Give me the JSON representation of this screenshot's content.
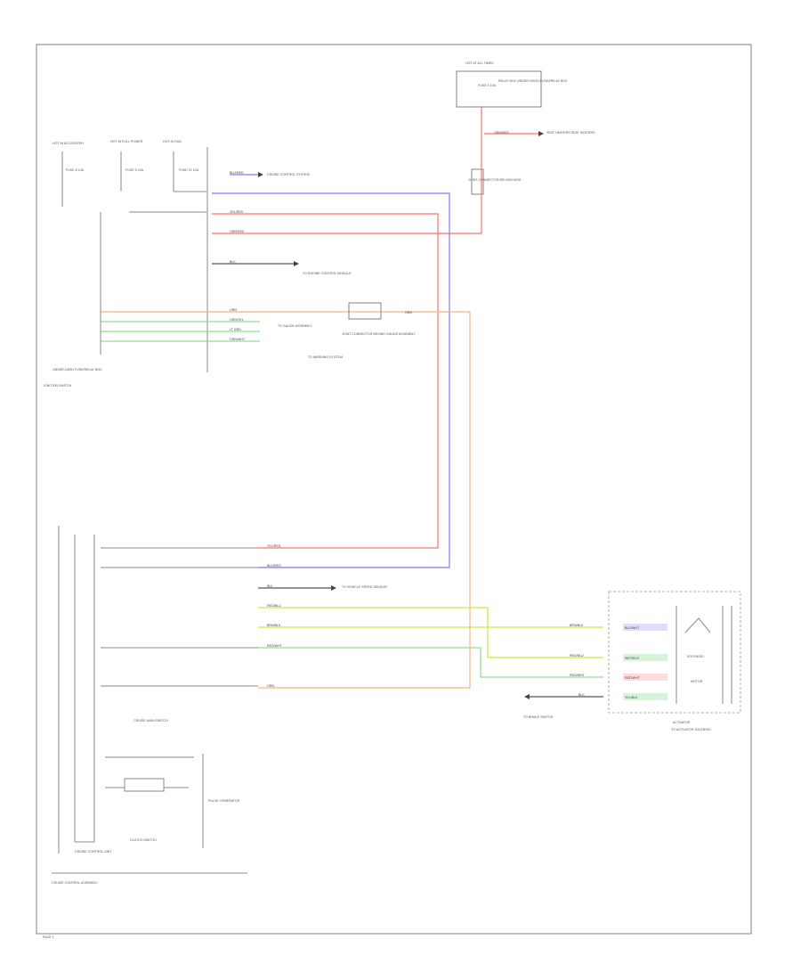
{
  "colors": {
    "red": "#ff6f6f",
    "blue": "#7b7bff",
    "orange": "#f0b880",
    "green": "#8fe08f",
    "yellowgreen": "#c7ec3c",
    "gray": "#8a8a8a",
    "dark": "#444444"
  },
  "labels": {
    "hot_in_accessory": "HOT IN ACCESSORY",
    "hot_in_full_power": "HOT IN FULL POWER",
    "hot_in_run": "HOT IN RUN",
    "hot_at_all_times": "HOT AT ALL TIMES",
    "fuse_a": "FUSE 8 10A",
    "fuse_b": "FUSE 5 10A",
    "fuse_c": "FUSE 12 10A",
    "fuse_d": "FUSE 5 10A",
    "relay_box_note": "RELAY BOX UNDER-HOOD FUSE/RELAY BOX",
    "to_seat_heaters": "SEAT HEATERS SEAT HEATERS",
    "to_cruise": "CRUISE CONTROL SYSTEM",
    "joint_connector_1": "JOINT CONNECTOR BELOW DASH",
    "to_engine_control": "TO ENGINE CONTROL MODULE",
    "joint_connector_2": "JOINT CONNECTOR BEHIND GAUGE ASSEMBLY",
    "to_gauge_assembly": "TO GAUGE ASSEMBLY",
    "to_warning": "TO WARNING SYSTEM",
    "under_dash": "UNDER-DASH FUSE/RELAY BOX",
    "ignition_switch": "IGNITION SWITCH",
    "to_vss": "TO VEHICLE SPEED SENSOR",
    "cruise_unit": "CRUISE CONTROL UNIT",
    "actuator": "ACTUATOR",
    "to_actuator_solenoid": "TO ACTUATOR SOLENOID",
    "solenoid": "SOLENOID",
    "motor": "MOTOR",
    "clutch_switch": "CLUTCH SWITCH",
    "cruise_control_assembly": "CRUISE CONTROL ASSEMBLY",
    "pulse_generator": "PULSE GENERATOR",
    "to_brake": "TO BRAKE SWITCH",
    "cruise_main_switch": "CRUISE MAIN SWITCH",
    "footer": "PAGE 1"
  },
  "wires": {
    "blu_red": "BLU/RED",
    "grn_red": "GRN/RED",
    "yel_red": "YEL/RED",
    "blk": "BLK",
    "grn_yel": "GRN/YEL",
    "red_blu": "RED/BLU",
    "lt_grn": "LT GRN",
    "grn_wht": "GRN/WHT",
    "blu_wht": "BLU/WHT",
    "orn": "ORN",
    "wht_blk": "WHT/BLK",
    "brn_blk": "BRN/BLK",
    "red_wht": "RED/WHT",
    "yel_blk": "YEL/BLK"
  }
}
